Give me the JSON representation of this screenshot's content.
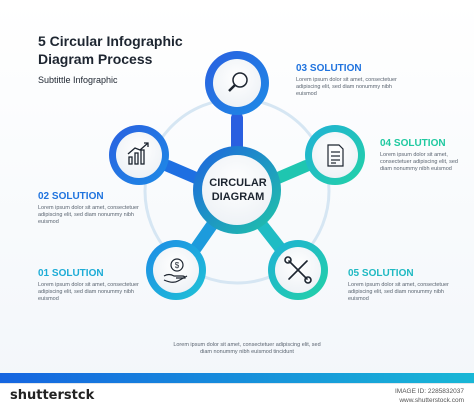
{
  "title": "5 Circular Infographic Diagram Process",
  "subtitle": "Subtittle Infographic",
  "center_label": "CIRCULAR DIAGRAM",
  "solutions": [
    {
      "label": "01 SOLUTION",
      "text": "Lorem ipsum dolor sit amet, consectetuer adipiscing elit, sed diam nonummy nibh euismod",
      "color": "#1dacd6"
    },
    {
      "label": "02 SOLUTION",
      "text": "Lorem ipsum dolor sit amet, consectetuer adipiscing elit, sed diam nonummy nibh euismod",
      "color": "#1f73de"
    },
    {
      "label": "03 SOLUTION",
      "text": "Lorem ipsum dolor sit amet, consectetuer adipiscing elit, sed diam nonummy nibh euismod",
      "color": "#1f73de"
    },
    {
      "label": "04 SOLUTION",
      "text": "Lorem ipsum dolor sit amet, consectetuer adipiscing elit, sed diam nonummy nibh euismod",
      "color": "#1fc9a0"
    },
    {
      "label": "05 SOLUTION",
      "text": "Lorem ipsum dolor sit amet, consectetuer adipiscing elit, sed diam nonummy nibh euismod",
      "color": "#1fb9c2"
    }
  ],
  "footnote": "Lorem ipsum dolor sit amet, consectetuer adipiscing elit, sed diam nonummy nibh euismod tincidunt",
  "icons": [
    "magnifier-icon",
    "growth-chart-icon",
    "document-icon",
    "money-hand-icon",
    "tools-icon"
  ],
  "footer": {
    "logo": "shutterstck",
    "image_id": "IMAGE ID: 2285832037",
    "site": "www.shutterstock.com"
  }
}
